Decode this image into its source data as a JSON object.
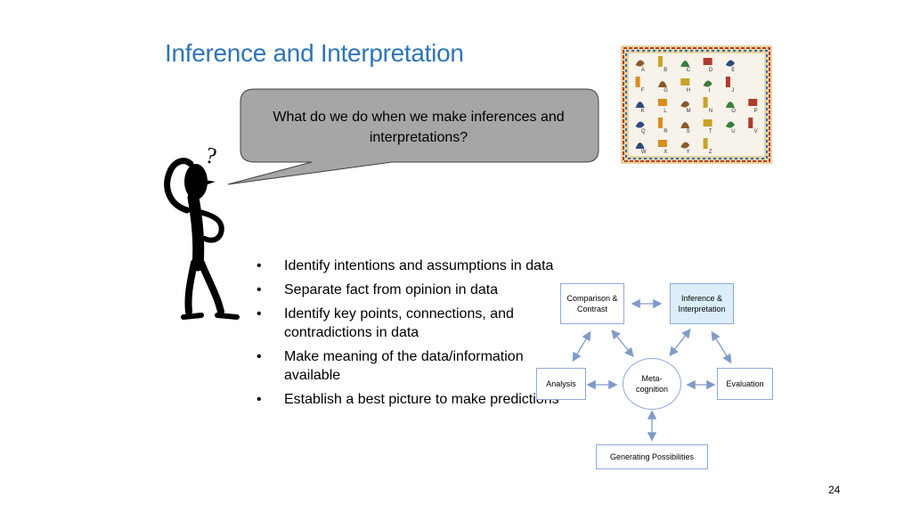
{
  "slide": {
    "title": "Inference and Interpretation",
    "bubble_text": "What do we do when we make inferences and interpretations?",
    "question_mark": "?",
    "bullets": [
      "Identify intentions and assumptions in data",
      "Separate fact from opinion in data",
      "Identify key points, connections, and contradictions in data",
      "Make meaning of the data/information available",
      "Establish a best picture to make predictions"
    ],
    "bullet_symbol": "•",
    "page_number": "24"
  },
  "diagram": {
    "comparison": "Comparison & Contrast",
    "inference": "Inference & Interpretation",
    "analysis": "Analysis",
    "meta": "Meta-cognition",
    "evaluation": "Evaluation",
    "generating": "Generating Possibilities"
  },
  "hieroglyph_letters": [
    "A",
    "B",
    "C",
    "D",
    "E",
    "F",
    "G",
    "H",
    "I",
    "J",
    "K",
    "L",
    "M",
    "N",
    "O",
    "P",
    "Q",
    "R",
    "S",
    "T",
    "U",
    "V",
    "W",
    "X",
    "Y",
    "Z"
  ],
  "colors": {
    "title": "#2e75b6",
    "bubble_fill": "#a6a6a6",
    "node_border": "#8eaadb",
    "node_highlight": "#dbeef9",
    "arrow": "#7f9bc7"
  }
}
